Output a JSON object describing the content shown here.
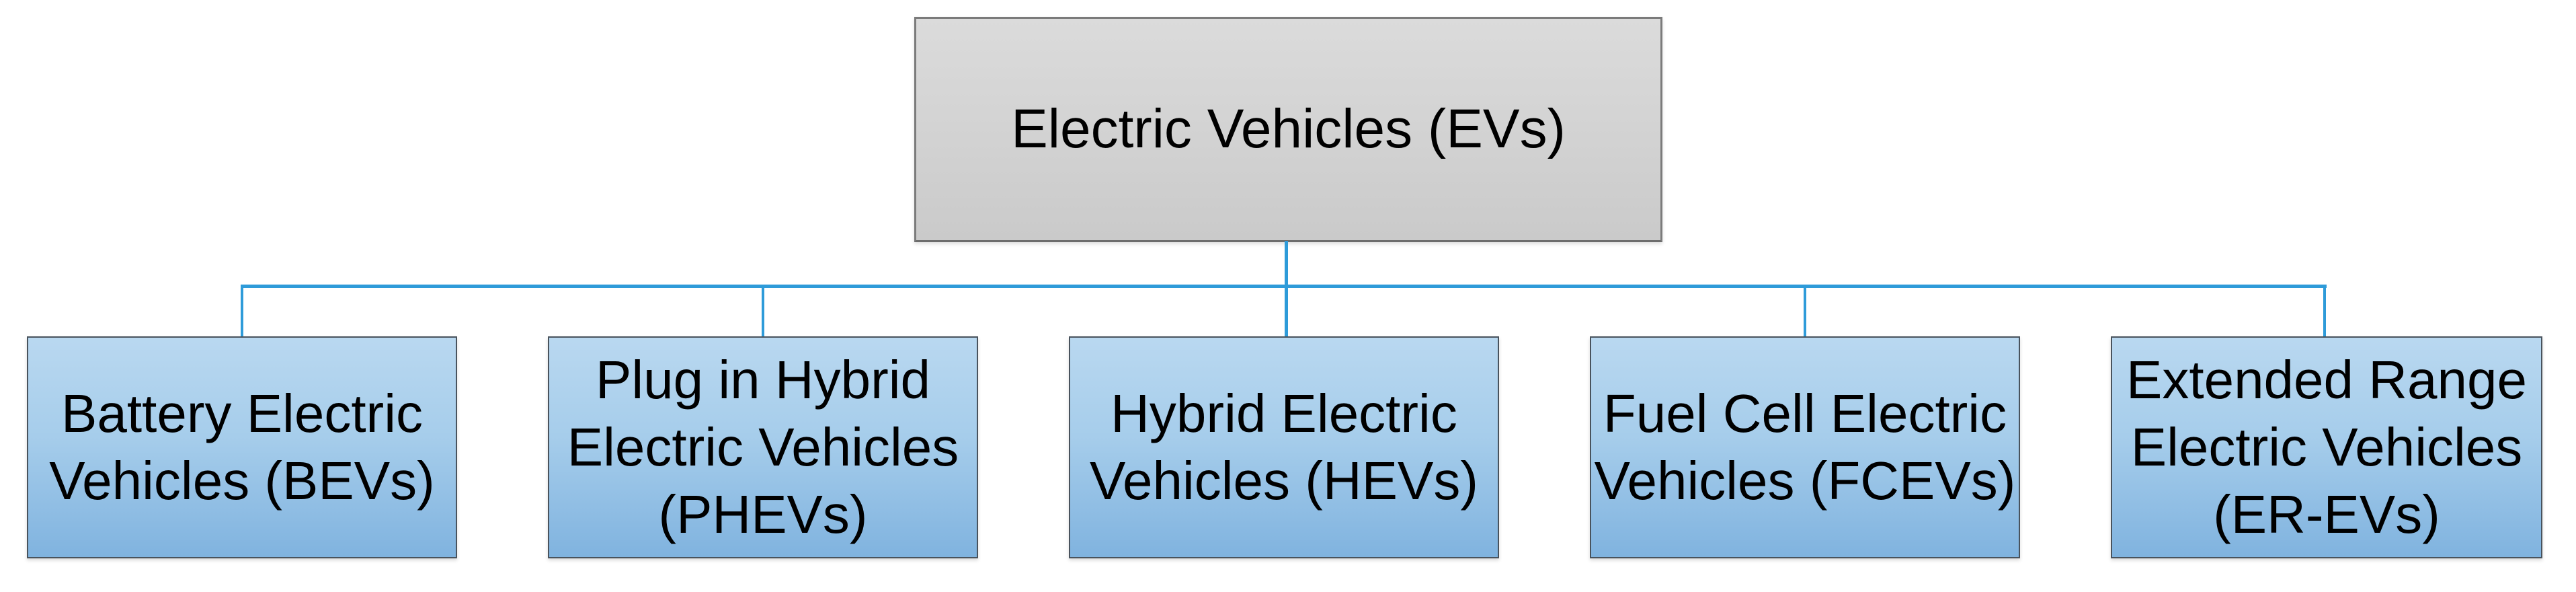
{
  "diagram": {
    "type": "hierarchy",
    "root": {
      "label": "Electric Vehicles (EVs)"
    },
    "children": [
      {
        "label": "Battery Electric Vehicles (BEVs)",
        "lines": {
          "l1": "Battery Electric",
          "l2": "Vehicles (BEVs)"
        }
      },
      {
        "label": "Plug in Hybrid Electric Vehicles (PHEVs)",
        "lines": {
          "l1": "Plug in Hybrid",
          "l2": "Electric Vehicles",
          "l3": "(PHEVs)"
        }
      },
      {
        "label": "Hybrid Electric Vehicles (HEVs)",
        "lines": {
          "l1": "Hybrid Electric",
          "l2": "Vehicles (HEVs)"
        }
      },
      {
        "label": "Fuel Cell Electric Vehicles (FCEVs)",
        "lines": {
          "l1": "Fuel Cell Electric",
          "l2": "Vehicles (FCEVs)"
        }
      },
      {
        "label": "Extended Range Electric Vehicles (ER-EVs)",
        "lines": {
          "l1": "Extended Range",
          "l2": "Electric Vehicles",
          "l3": "(ER-EVs)"
        }
      }
    ],
    "colors": {
      "background": "#ffffff",
      "text": "#000000",
      "connector": "#2e9bd9",
      "root-fill-top": "#dbdbdb",
      "root-fill-mid": "#d2d2d2",
      "root-fill-bottom": "#cacaca",
      "root-border": "#7b7b7b",
      "root-border-bottom": "#6d6d6d",
      "child-fill-top": "#b9d8f0",
      "child-fill-mid": "#a6cdeb",
      "child-fill-bottom": "#80b3df",
      "child-border": "#49535d"
    }
  }
}
